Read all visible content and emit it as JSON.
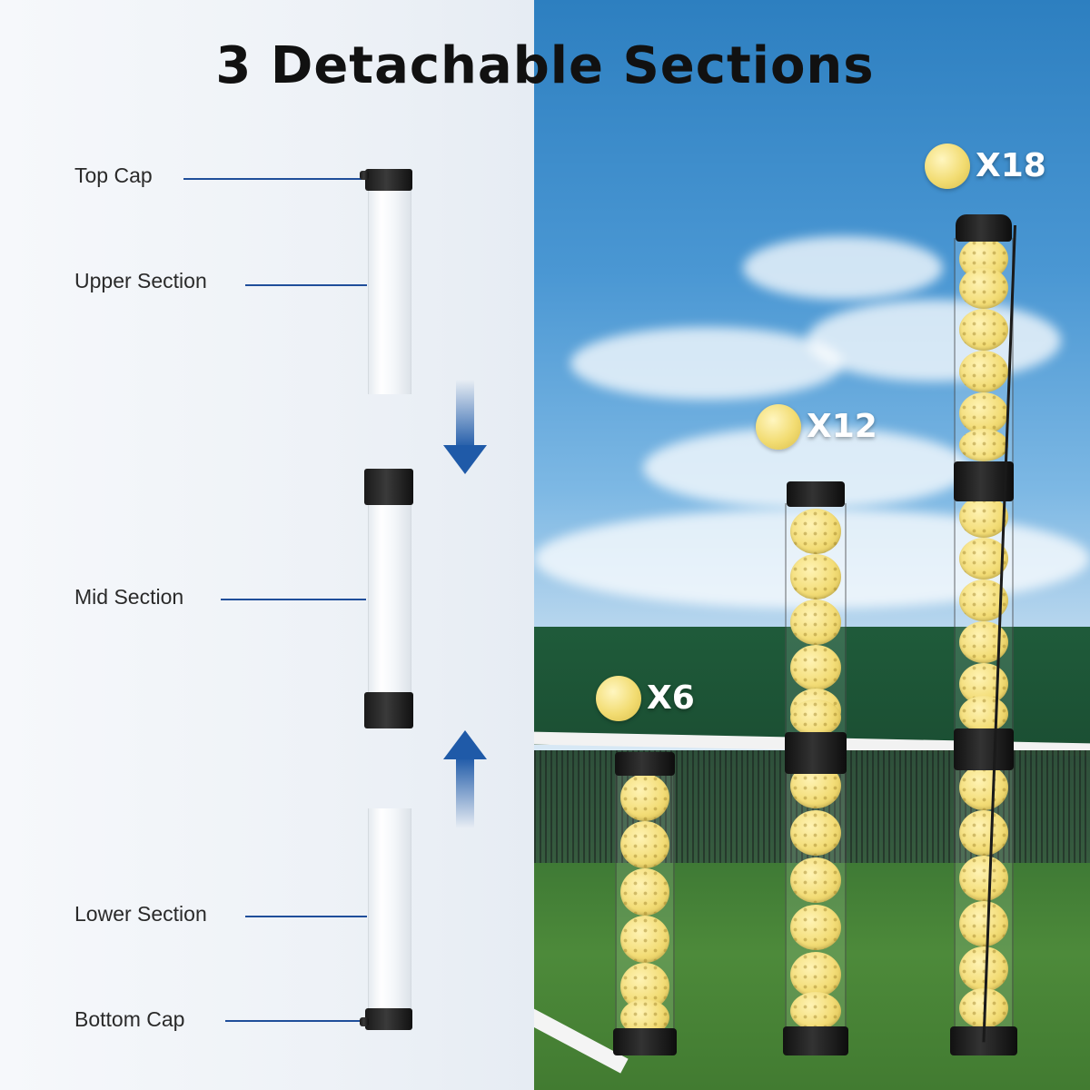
{
  "title": "3 Detachable Sections",
  "parts": {
    "top_cap": "Top Cap",
    "upper_section": "Upper Section",
    "mid_section": "Mid Section",
    "lower_section": "Lower Section",
    "bottom_cap": "Bottom Cap"
  },
  "capacities": [
    {
      "label": "X6",
      "balls": 6
    },
    {
      "label": "X12",
      "balls": 12
    },
    {
      "label": "X18",
      "balls": 18
    }
  ],
  "colors": {
    "leader_line": "#1f4e9a",
    "arrow": "#1f5aa8",
    "ball": "#f2dc72",
    "cap": "#1a1a1a"
  },
  "icons": [
    "down-arrow-icon",
    "up-arrow-icon",
    "pickleball-icon"
  ]
}
